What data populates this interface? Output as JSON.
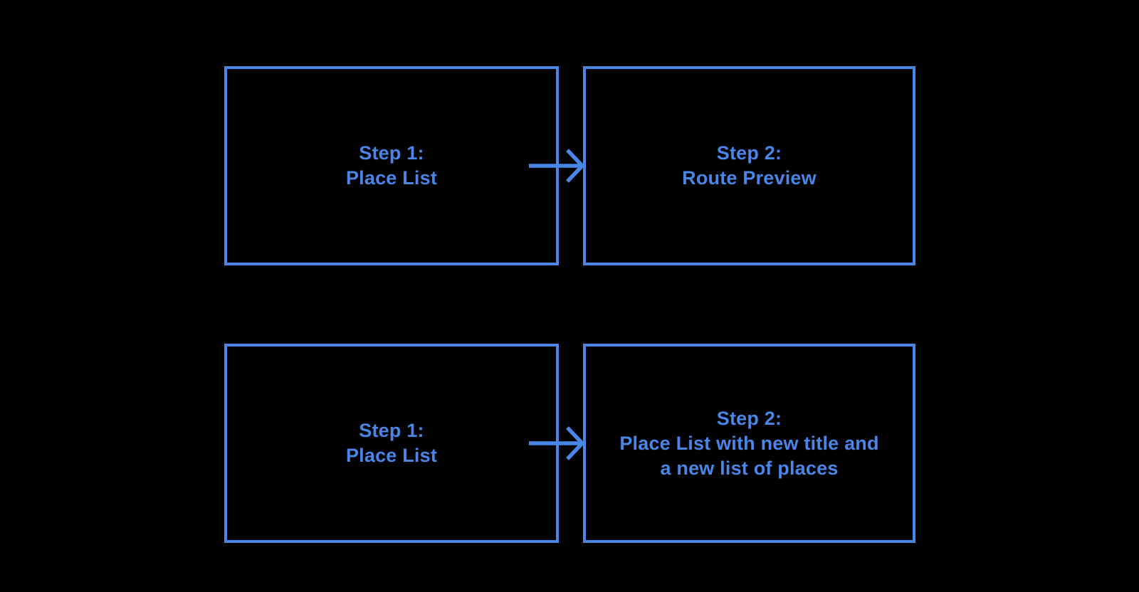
{
  "diagram": {
    "background": "#000000",
    "accent": "#4A86E8",
    "boxes": [
      {
        "name": "step1-place-list-top",
        "lines": [
          "Step 1:",
          "Place List"
        ]
      },
      {
        "name": "step2-route-preview",
        "lines": [
          "Step 2:",
          "Route Preview"
        ]
      },
      {
        "name": "step1-place-list-bottom",
        "lines": [
          "Step 1:",
          "Place List"
        ]
      },
      {
        "name": "step2-new-place-list",
        "lines": [
          "Step 2:",
          "Place List with new title and",
          "a new list of places"
        ]
      }
    ],
    "arrows": [
      {
        "name": "top-flow-arrow",
        "direction": "right"
      },
      {
        "name": "bottom-flow-arrow",
        "direction": "right"
      }
    ]
  }
}
